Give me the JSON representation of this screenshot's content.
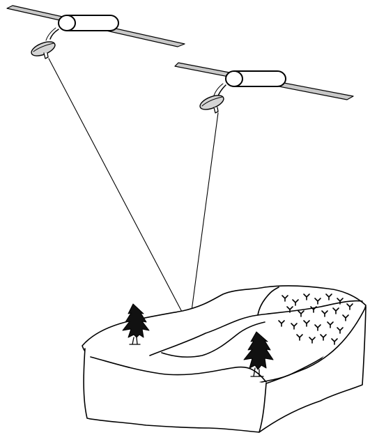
{
  "figure": {
    "subject": "two-satellite-radar-observation-of-terrain",
    "background_color": "#ffffff",
    "line_color": "#000000",
    "panel_fill": "#c8c8c8",
    "land_fill": "#ffffff",
    "satellites": [
      {
        "name": "satellite-left",
        "icon": "satellite-icon"
      },
      {
        "name": "satellite-right",
        "icon": "satellite-icon"
      }
    ],
    "terrain": {
      "icon": "terrain-block-icon",
      "features": [
        "conifer-tree",
        "conifer-tree",
        "field-vegetation"
      ]
    }
  }
}
